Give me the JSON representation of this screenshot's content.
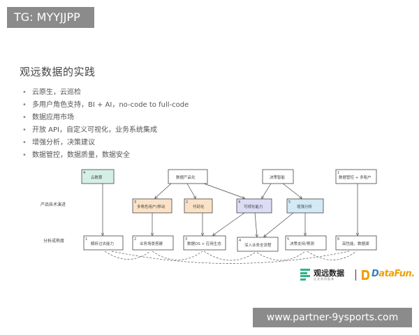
{
  "tg_badge": "TG: MYYJJPP",
  "slide": {
    "title": "观远数据的实践",
    "bullets": [
      "云原生，云巡检",
      "多用户角色支持，BI + AI，no-code to full-code",
      "数据应用市场",
      "开放 API，自定义可视化，业务系统集成",
      "增强分析，决策建议",
      "数据管控，数据质量，数据安全"
    ]
  },
  "diagram": {
    "row_labels": [
      "产品技术演进",
      "分析成熟度"
    ],
    "top_boxes": [
      "云数算",
      "数据产品化",
      "决策智能",
      "数据管控 + 多租户"
    ],
    "mid_boxes": [
      "多角色用户/移动",
      "代码化",
      "可视化能力",
      "增强分析"
    ],
    "bottom_boxes": [
      "解析过去能力",
      "业务场景搭建",
      "数据OS + 应用生态",
      "深入业务全流程",
      "决策支持/预测",
      "高性能、数据湖"
    ],
    "box_numbers": [
      "1",
      "2",
      "3",
      "4",
      "5",
      "6"
    ],
    "colors": {
      "teal": "#d5efe6",
      "orange": "#fbe2c6",
      "lavender": "#dcdcf5",
      "lightblue": "#d3e9f5",
      "stroke": "#444444"
    }
  },
  "logos": {
    "guandata": "观远数据",
    "guandata_sub": "让业务用起来",
    "datafun_main": "DataFun.",
    "datafun_accent": "D"
  },
  "footer_badge": "www.partner-9ysports.com"
}
